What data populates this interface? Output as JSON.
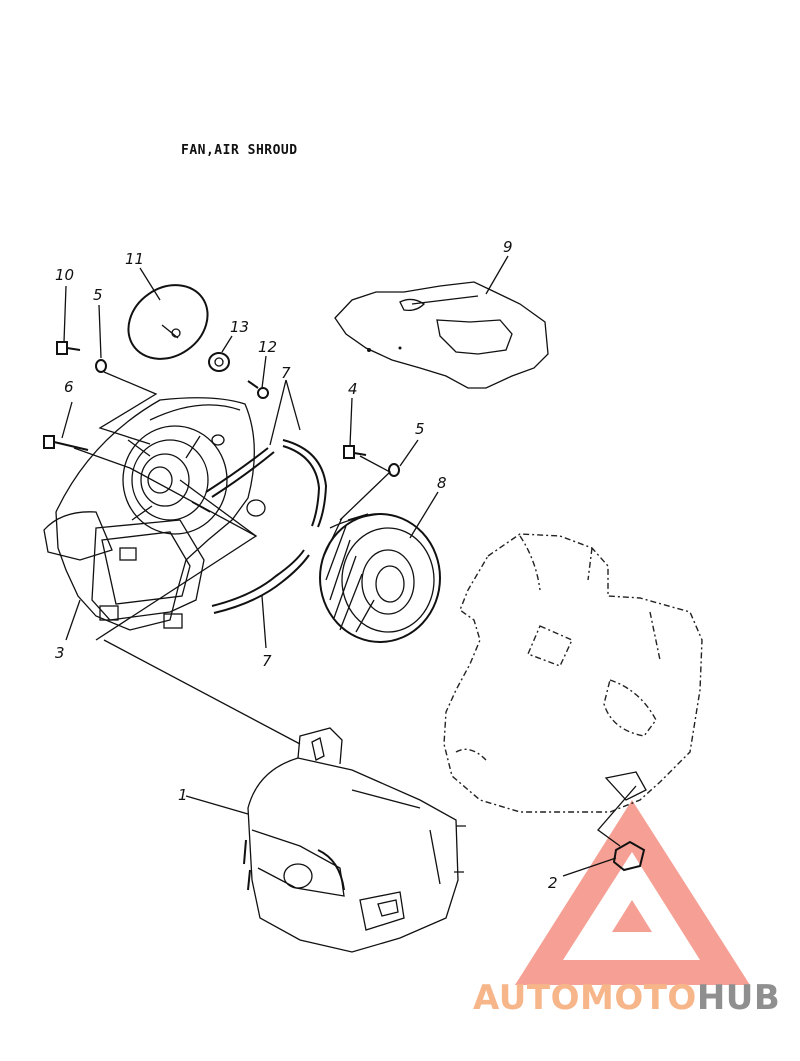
{
  "diagram": {
    "title": "FAN,AIR SHROUD",
    "callouts": [
      {
        "id": "c10",
        "text": "10"
      },
      {
        "id": "c11",
        "text": "11"
      },
      {
        "id": "c5a",
        "text": "5"
      },
      {
        "id": "c13",
        "text": "13"
      },
      {
        "id": "c12",
        "text": "12"
      },
      {
        "id": "c7a",
        "text": "7"
      },
      {
        "id": "c9",
        "text": "9"
      },
      {
        "id": "c6",
        "text": "6"
      },
      {
        "id": "c4",
        "text": "4"
      },
      {
        "id": "c5b",
        "text": "5"
      },
      {
        "id": "c8",
        "text": "8"
      },
      {
        "id": "c3",
        "text": "3"
      },
      {
        "id": "c7b",
        "text": "7"
      },
      {
        "id": "c1",
        "text": "1"
      },
      {
        "id": "c2",
        "text": "2"
      }
    ]
  },
  "watermark": {
    "part1": "AUTO",
    "part2": "MOTO",
    "part3": "HUB",
    "colors": {
      "logo": "#f58f83",
      "orange": "#f7b58a",
      "grey": "#8f8f8f"
    }
  }
}
